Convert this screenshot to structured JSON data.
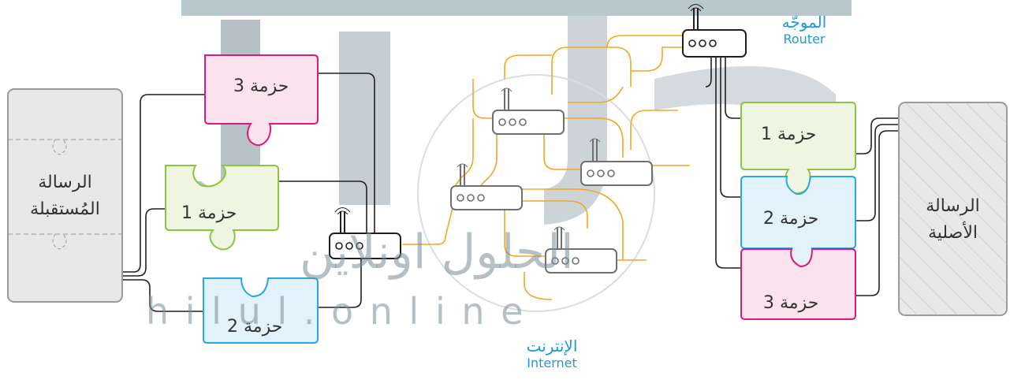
{
  "received_message": {
    "label_line1": "الرسالة",
    "label_line2": "المُستقبلة"
  },
  "original_message": {
    "label_line1": "الرسالة",
    "label_line2": "الأصلية"
  },
  "left_packets": [
    {
      "label": "حزمة 3",
      "color": "#e0197d",
      "fill": "#fbe3ee"
    },
    {
      "label": "حزمة 1",
      "color": "#8cc63f",
      "fill": "#eef6e1"
    },
    {
      "label": "حزمة 2",
      "color": "#27aae1",
      "fill": "#e2f2fb"
    }
  ],
  "right_packets": [
    {
      "label": "حزمة 1",
      "color": "#8cc63f",
      "fill": "#eef6e1"
    },
    {
      "label": "حزمة 2",
      "color": "#27aae1",
      "fill": "#e2f2fb"
    },
    {
      "label": "حزمة 3",
      "color": "#e0197d",
      "fill": "#fbe3ee"
    }
  ],
  "router_label": {
    "arabic": "الموجّه",
    "english": "Router"
  },
  "internet_label": {
    "arabic": "الإنترنت",
    "english": "Internet"
  },
  "watermark": {
    "arabic": "الحلول اونلاين",
    "latin": "h i l u l . o n l i n e"
  },
  "colors": {
    "internet_wire": "#f5a623",
    "wire": "#231f20",
    "label_blue": "#1a9ad6"
  }
}
